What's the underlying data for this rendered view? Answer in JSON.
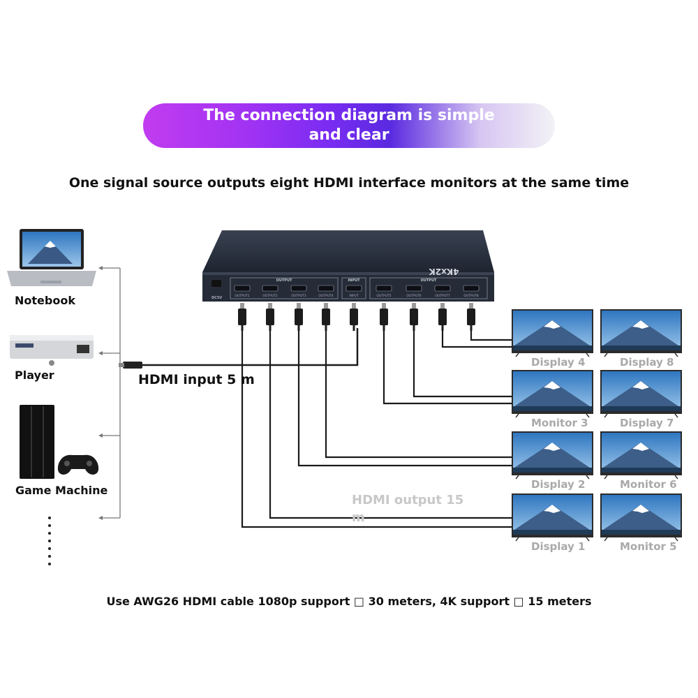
{
  "banner": {
    "title": "The connection diagram is simple and clear"
  },
  "subtitle": "One signal source outputs eight HDMI interface monitors at the same time",
  "sources": [
    {
      "label": "Notebook"
    },
    {
      "label": "Player"
    },
    {
      "label": "Game Machine"
    }
  ],
  "input_cable_label": "HDMI input 5 m",
  "output_cable_label": "HDMI output 15 m",
  "device": {
    "model_badge": "4Kx2K",
    "input_port_label": "INPUT",
    "output_group_label": "OUTPUT",
    "dc_label": "DC5V",
    "port_labels": [
      "OUTPUT1",
      "OUTPUT2",
      "OUTPUT3",
      "OUTPUT4",
      "INPUT",
      "OUTPUT5",
      "OUTPUT6",
      "OUTPUT7",
      "OUTPUT8"
    ]
  },
  "displays": [
    {
      "label": "Display 4"
    },
    {
      "label": "Display 8"
    },
    {
      "label": "Monitor 3"
    },
    {
      "label": "Display 7"
    },
    {
      "label": "Display 2"
    },
    {
      "label": "Monitor 6"
    },
    {
      "label": "Display 1"
    },
    {
      "label": "Monitor 5"
    }
  ],
  "footnote": "Use AWG26 HDMI cable 1080p support □ 30 meters, 4K support □ 15 meters",
  "colors": {
    "device_body": "#2a3140",
    "cable": "#1a1a1a",
    "screen_sky": "#3f86c9",
    "mountain_snow": "#ffffff"
  }
}
